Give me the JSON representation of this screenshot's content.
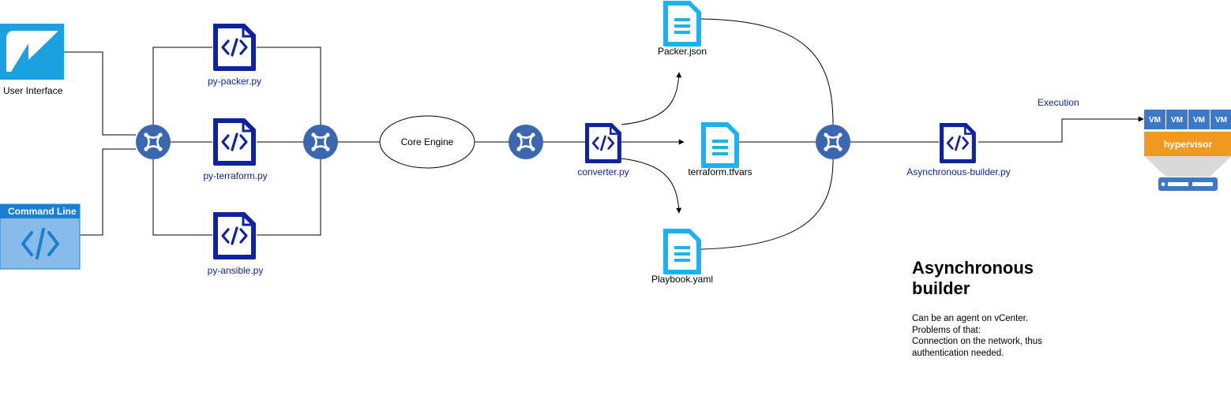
{
  "nodes": {
    "user_interface": "User Interface",
    "command_line": "Command Line",
    "py_packer": "py-packer.py",
    "py_terraform": "py-terraform.py",
    "py_ansible": "py-ansible.py",
    "core_engine": "Core Engine",
    "converter": "converter.py",
    "packer_json": "Packer.json",
    "terraform_tfvars": "terraform.tfvars",
    "playbook_yaml": "Playbook.yaml",
    "async_builder": "Asynchronous-builder.py",
    "execution": "Execution",
    "hypervisor": "hypervisor",
    "vm": "VM"
  },
  "note": {
    "title_line1": "Asynchronous",
    "title_line2": "builder",
    "body": [
      "Can be an agent on vCenter.",
      "Problems of that:",
      "Connection on the network, thus",
      "authentication needed."
    ]
  },
  "colors": {
    "code_icon": "#10239e",
    "doc_icon": "#1ab2f0",
    "hub": "#3b67b1",
    "ui_icon": "#1ba1e2",
    "cmd_header": "#1a7fd4",
    "cmd_body": "#88bbea",
    "hypervisor": "#f29a1f",
    "vm_tile": "#3b78c9"
  },
  "icons": {
    "code": "code-file-icon",
    "doc": "document-icon",
    "hub": "hub-icon",
    "ui": "user-interface-icon",
    "server": "server-icon"
  }
}
